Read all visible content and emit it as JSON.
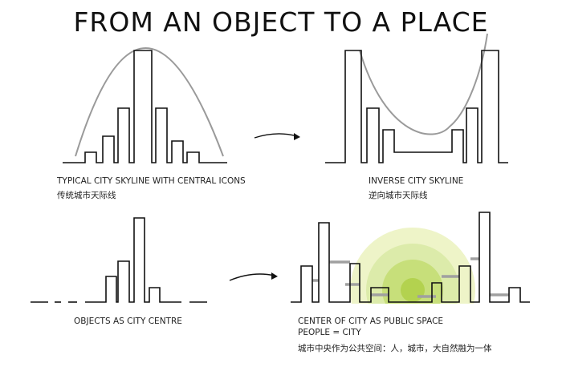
{
  "title": "FROM AN OBJECT TO A PLACE",
  "panels": {
    "typical": {
      "caption": "TYPICAL CITY SKYLINE WITH CENTRAL ICONS",
      "caption_cn": "传统城市天际线"
    },
    "inverse": {
      "caption": "INVERSE CITY SKYLINE",
      "caption_cn": "逆向城市天际线"
    },
    "objects": {
      "caption": "OBJECTS AS CITY CENTRE"
    },
    "public": {
      "caption": "CENTER OF CITY AS PUBLIC SPACE",
      "caption2": "PEOPLE = CITY",
      "caption_cn": "城市中央作为公共空间：人，城市，大自然融为一体"
    }
  },
  "colors": {
    "line": "#111111",
    "curve": "#9a9a9a",
    "walkway": "#a0a0a0",
    "green_outer": "#eef4c8",
    "green_mid": "#dcebaa",
    "green_inner": "#c7df7a",
    "green_core": "#b3d24f"
  }
}
